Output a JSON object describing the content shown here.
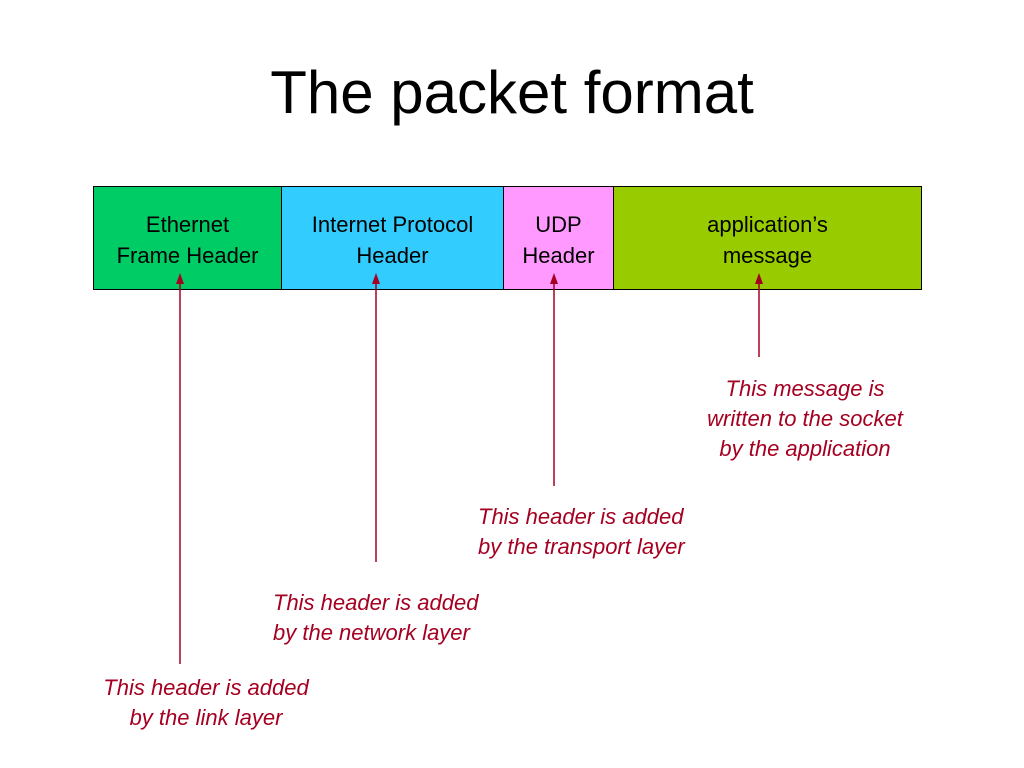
{
  "slide": {
    "title": "The packet format"
  },
  "colors": {
    "ethernet": "#00cc66",
    "ip": "#33ccff",
    "udp": "#ff99ff",
    "application": "#99cc00",
    "annotation": "#a50021",
    "border": "#000000"
  },
  "packet": {
    "segments": [
      {
        "id": "ethernet",
        "label": "Ethernet\nFrame Header"
      },
      {
        "id": "ip",
        "label": "Internet Protocol\nHeader"
      },
      {
        "id": "udp",
        "label": "UDP\nHeader"
      },
      {
        "id": "application",
        "label": "application’s\nmessage"
      }
    ]
  },
  "annotations": {
    "application": "This message is\nwritten to the socket\nby the application",
    "udp": "This header is added\nby the transport layer",
    "ip": "This header is added\nby the network layer",
    "ethernet": "This header is added\nby the link layer"
  }
}
